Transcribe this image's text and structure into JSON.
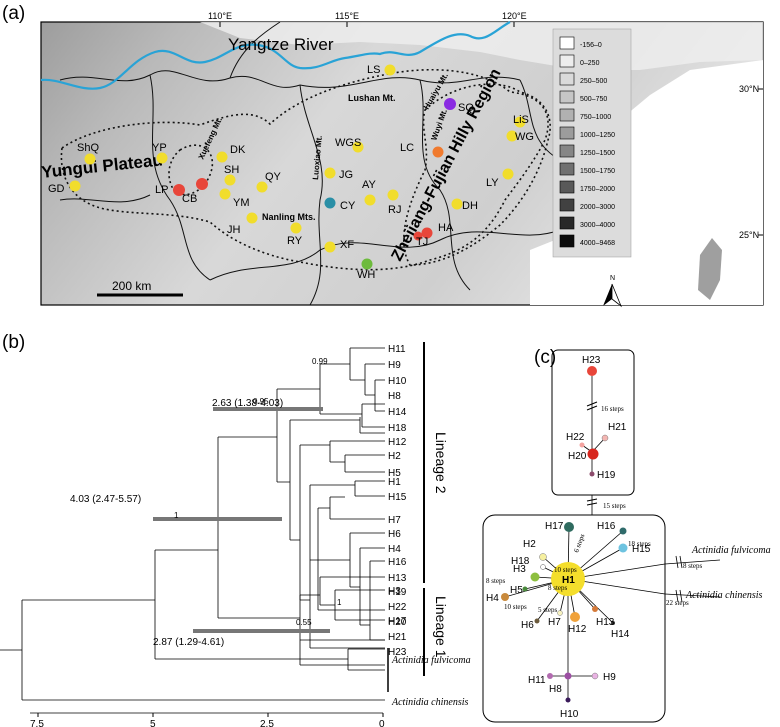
{
  "panels": {
    "a": "(a)",
    "b": "(b)",
    "c": "(c)"
  },
  "map": {
    "lon_ticks": [
      "110°E",
      "115°E",
      "120°E"
    ],
    "lat_ticks": [
      "30°N",
      "25°N"
    ],
    "river": "Yangtze River",
    "regions": [
      "Yungui Plateau",
      "Zhejiang-Fujian Hilly Region"
    ],
    "mountains": [
      "Lushan Mt.",
      "Huaiyu Mt.",
      "Xuefeng Mt.",
      "Luoxiao Mt.",
      "Nanling Mts.",
      "Wuyi Mt."
    ],
    "sites": [
      "LS",
      "SQ",
      "LiS",
      "WG",
      "ShQ",
      "YP",
      "DK",
      "WGS",
      "LC",
      "GD",
      "LP",
      "CB",
      "SH",
      "QY",
      "JG",
      "YM",
      "JH",
      "RY",
      "CY",
      "AY",
      "RJ",
      "LY",
      "DH",
      "HA",
      "XF",
      "TJ",
      "WH"
    ],
    "scale": "200 km",
    "north": "N",
    "elevation_legend": [
      "-156–0",
      "0–250",
      "250–500",
      "500–750",
      "750–1000",
      "1000–1250",
      "1250–1500",
      "1500–1750",
      "1750–2000",
      "2000–3000",
      "3000–4000",
      "4000–9468"
    ],
    "elevation_colors": [
      "#ffffff",
      "#ededed",
      "#dadada",
      "#c6c6c6",
      "#b1b1b1",
      "#9c9c9c",
      "#868686",
      "#707070",
      "#595959",
      "#414141",
      "#282828",
      "#0b0b0b"
    ]
  },
  "tree": {
    "tips_lineage2": [
      "H11",
      "H9",
      "H10",
      "H8",
      "H14",
      "H18",
      "H12",
      "H2",
      "H5",
      "H1",
      "H15",
      "H7",
      "H6",
      "H4",
      "H16",
      "H13",
      "H3",
      "H17"
    ],
    "tips_lineage1": [
      "H19",
      "H22",
      "H20",
      "H21",
      "H23"
    ],
    "outgroup1": "Actinidia fulvicoma",
    "outgroup2": "Actinidia chinensis",
    "lineage2": "Lineage 2",
    "lineage1": "Lineage 1",
    "node_labels": [
      "2.63 (1.38-4.03)",
      "4.03 (2.47-5.57)",
      "2.87 (1.29-4.61)"
    ],
    "support": [
      "0.99",
      "0.95",
      "1",
      "1",
      "0.55"
    ],
    "axis_ticks": [
      "7.5",
      "5",
      "2.5",
      "0"
    ]
  },
  "network": {
    "top_nodes": [
      "H23",
      "H22",
      "H21",
      "H20",
      "H19"
    ],
    "bottom_nodes": [
      "H17",
      "H16",
      "H15",
      "H2",
      "H18",
      "H3",
      "H1",
      "H5",
      "H4",
      "H6",
      "H7",
      "H12",
      "H13",
      "H14",
      "H11",
      "H9",
      "H8",
      "H10"
    ],
    "steps": [
      "16 steps",
      "15 steps",
      "18 steps",
      "6 steps",
      "8 steps",
      "10 steps",
      "8 steps",
      "10 steps",
      "5 steps",
      "8 steps",
      "22 steps"
    ],
    "outgroups": [
      "Actinidia fulvicoma",
      "Actinidia chinensis"
    ]
  }
}
